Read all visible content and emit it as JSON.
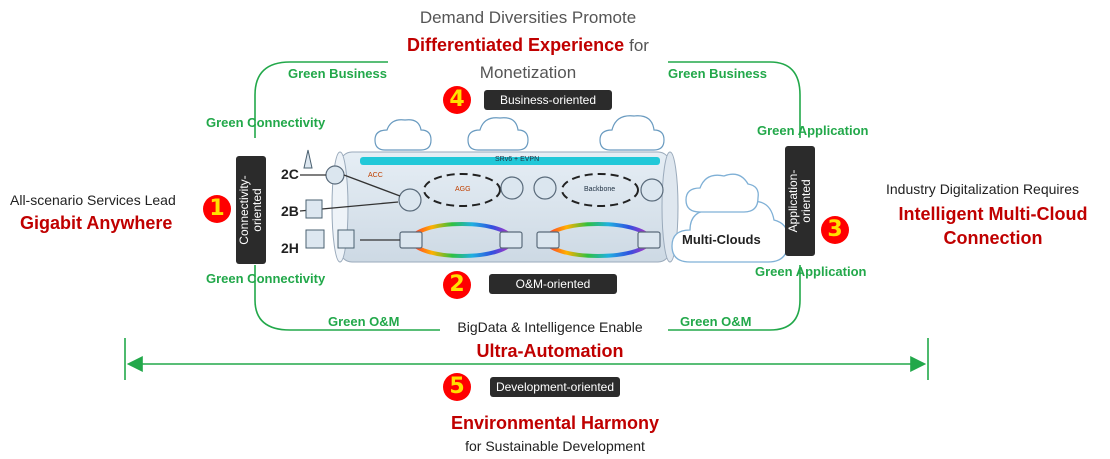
{
  "top": {
    "line1": "Demand Diversities Promote",
    "line2_bold": "Differentiated Experience",
    "line2_rest": "for",
    "line3": "Monetization"
  },
  "left": {
    "line1": "All-scenario Services Lead",
    "line2": "Gigabit Anywhere"
  },
  "right": {
    "line1": "Industry Digitalization Requires",
    "line2": "Intelligent Multi-Cloud",
    "line3": "Connection"
  },
  "bottom_mid": {
    "line1": "BigData & Intelligence Enable",
    "line2": "Ultra-Automation"
  },
  "bottom": {
    "line1": "Environmental Harmony",
    "line2": "for Sustainable Development"
  },
  "labels": {
    "green_business_left": "Green Business",
    "green_business_right": "Green Business",
    "green_connectivity_top": "Green Connectivity",
    "green_connectivity_bottom": "Green Connectivity",
    "green_application_top": "Green Application",
    "green_application_bottom": "Green Application",
    "green_om_left": "Green O&M",
    "green_om_right": "Green O&M"
  },
  "tags": {
    "business": "Business-oriented",
    "om": "O&M-oriented",
    "development": "Development-oriented",
    "connectivity_l1": "Connectivity-",
    "connectivity_l2": "oriented",
    "application_l1": "Application-",
    "application_l2": "oriented"
  },
  "numbers": {
    "n1": "1",
    "n2": "2",
    "n3": "3",
    "n4": "4",
    "n5": "5"
  },
  "segments": {
    "c": "2C",
    "b": "2B",
    "h": "2H"
  },
  "network": {
    "srv6": "SRv6 + EVPN",
    "acc": "ACC",
    "agg": "AGG",
    "backbone": "Backbone",
    "multi_clouds": "Multi-Clouds"
  },
  "colors": {
    "green": "#22a84a",
    "red": "#c00000",
    "tag_bg": "#2b2b2b",
    "badge": "#ff0000",
    "badge_text": "#ffe000"
  }
}
